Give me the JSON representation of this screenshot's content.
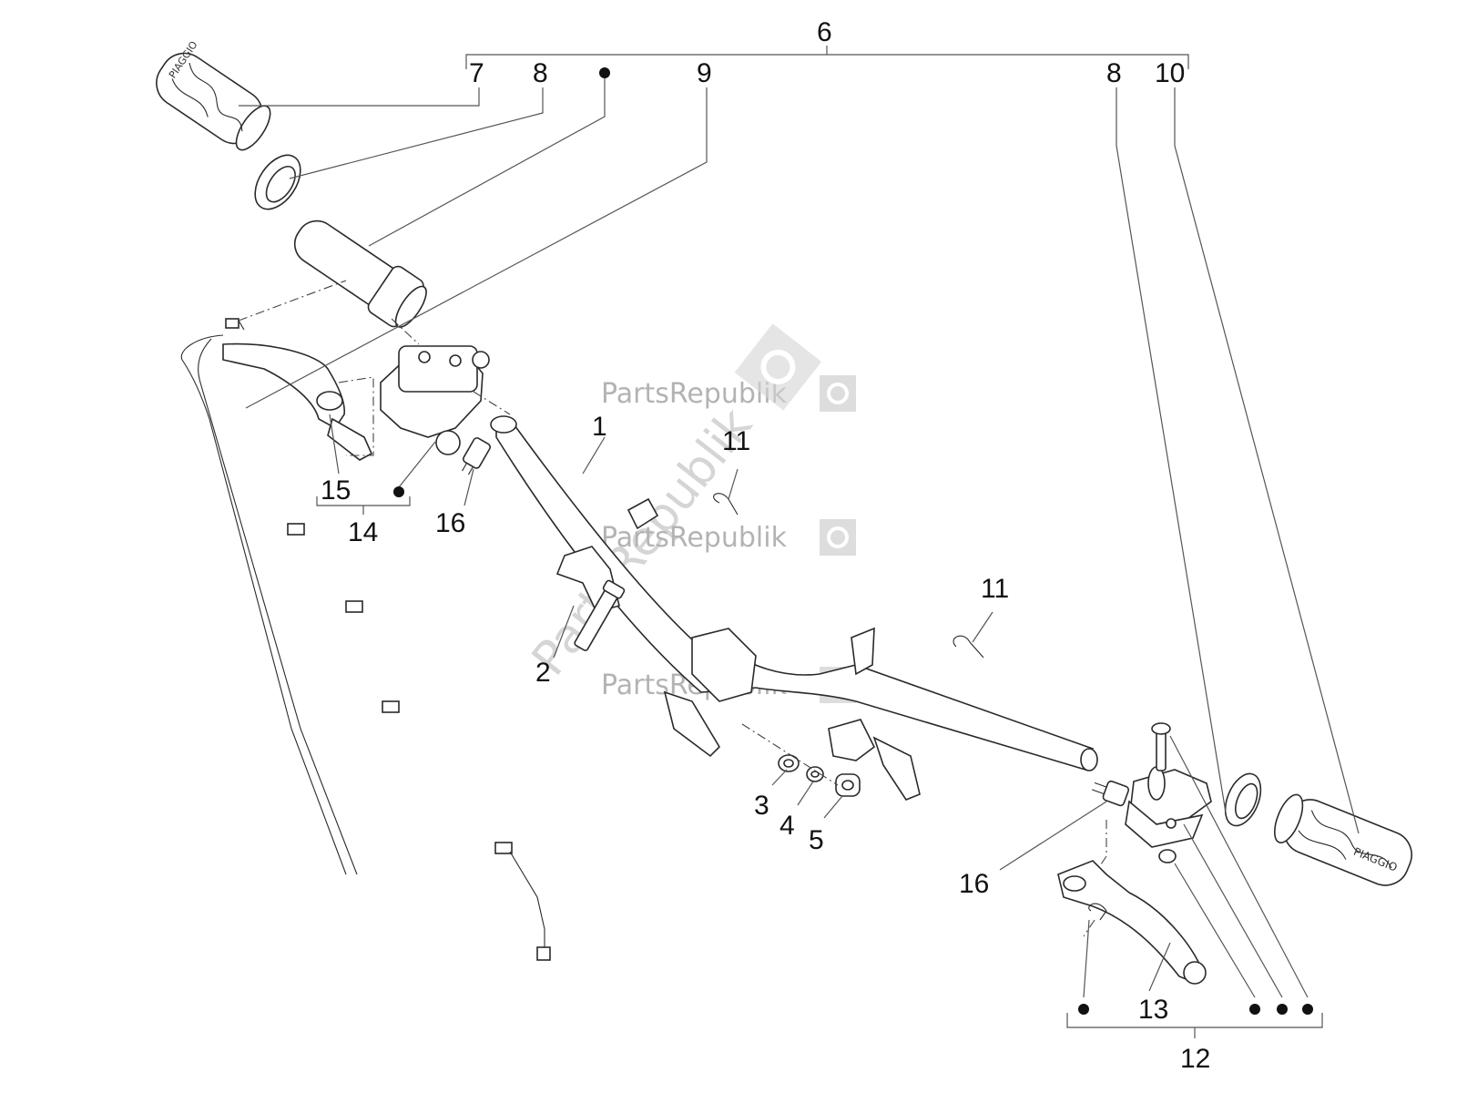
{
  "diagram": {
    "callouts": {
      "c1": "1",
      "c2": "2",
      "c3": "3",
      "c4": "4",
      "c5": "5",
      "c6": "6",
      "c7": "7",
      "c8a": "8",
      "c8b": "8",
      "c9": "9",
      "c10": "10",
      "c11a": "11",
      "c11b": "11",
      "c12": "12",
      "c13": "13",
      "c14": "14",
      "c15": "15",
      "c16a": "16",
      "c16b": "16"
    },
    "grip_brand_left": "PIAGGIO",
    "grip_brand_right": "PIAGGIO"
  },
  "watermark": {
    "text": "PartsRepublik",
    "icon": "gear-icon"
  }
}
